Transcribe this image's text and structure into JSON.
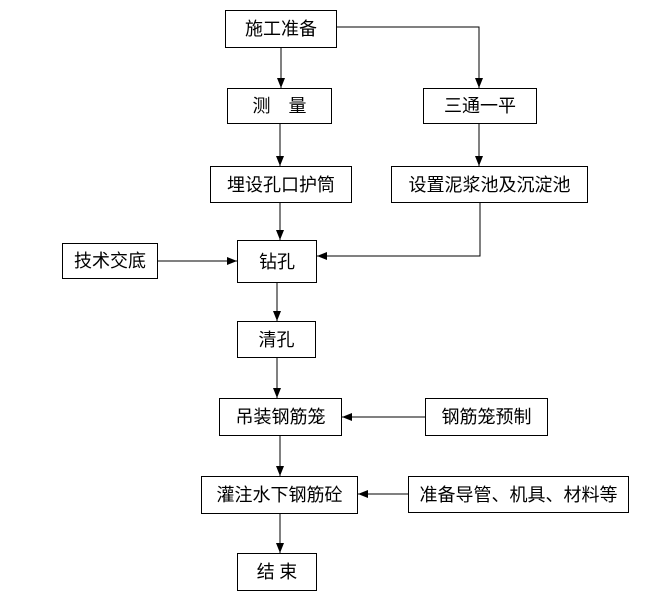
{
  "diagram": {
    "type": "flowchart",
    "language": "zh-CN",
    "colors": {
      "background": "#ffffff",
      "line": "#000000",
      "box_border": "#000000",
      "text": "#000000"
    },
    "nodes": {
      "preparation": {
        "label": "施工准备"
      },
      "survey": {
        "label": "测　量"
      },
      "three_supply_one_level": {
        "label": "三通一平"
      },
      "casing": {
        "label": "埋设孔口护筒"
      },
      "mud_pool": {
        "label": "设置泥浆池及沉淀池"
      },
      "tech_brief": {
        "label": "技术交底"
      },
      "drilling": {
        "label": "钻孔"
      },
      "hole_cleaning": {
        "label": "清孔"
      },
      "cage_install": {
        "label": "吊装钢筋笼"
      },
      "cage_prefab": {
        "label": "钢筋笼预制"
      },
      "underwater_concrete": {
        "label": "灌注水下钢筋砼"
      },
      "pipe_prep": {
        "label": "准备导管、机具、材料等"
      },
      "end": {
        "label": "结  束"
      }
    },
    "edges": [
      {
        "from": "preparation",
        "to": "survey"
      },
      {
        "from": "preparation",
        "to": "three_supply_one_level"
      },
      {
        "from": "survey",
        "to": "casing"
      },
      {
        "from": "three_supply_one_level",
        "to": "mud_pool"
      },
      {
        "from": "casing",
        "to": "drilling"
      },
      {
        "from": "mud_pool",
        "to": "drilling"
      },
      {
        "from": "tech_brief",
        "to": "drilling"
      },
      {
        "from": "drilling",
        "to": "hole_cleaning"
      },
      {
        "from": "hole_cleaning",
        "to": "cage_install"
      },
      {
        "from": "cage_prefab",
        "to": "cage_install"
      },
      {
        "from": "cage_install",
        "to": "underwater_concrete"
      },
      {
        "from": "pipe_prep",
        "to": "underwater_concrete"
      },
      {
        "from": "underwater_concrete",
        "to": "end"
      }
    ]
  }
}
